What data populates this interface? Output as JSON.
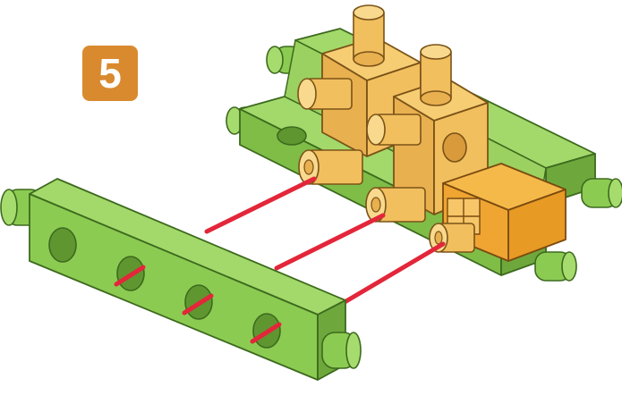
{
  "step": {
    "number": "5",
    "badge_color": "#d98a2e"
  },
  "colors": {
    "green_part": "#8ccb52",
    "green_shadow": "#6ea83c",
    "green_outline": "#3d6a1e",
    "tan_part": "#f2bf5e",
    "tan_shadow": "#d99a3c",
    "tan_outline": "#7a5318",
    "orange_part": "#f0a533",
    "guide_line": "#e3263a"
  },
  "parts": {
    "beam": "green-beam-with-holes",
    "base": "green-base-plate",
    "connectors": "tan-cross-connectors",
    "block": "orange-square-block"
  },
  "assembly": {
    "guide_lines": 3,
    "target_holes": 3
  }
}
